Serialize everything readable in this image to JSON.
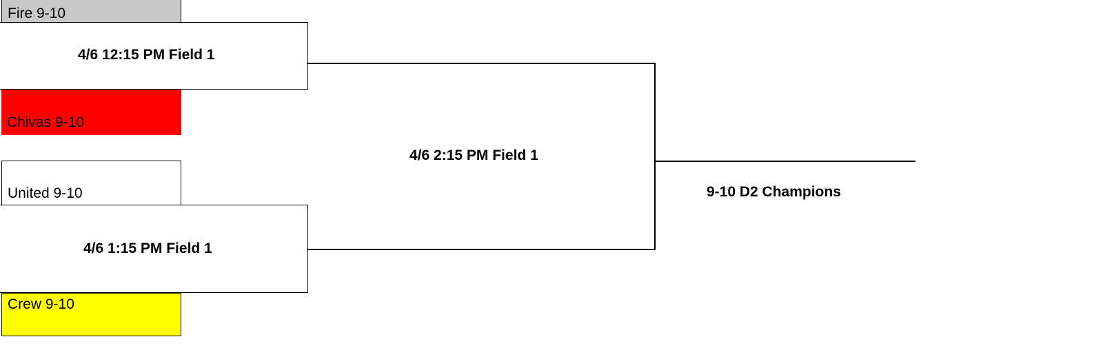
{
  "teams": [
    {
      "name": "Fire 9-10",
      "color": "#c8c8c8"
    },
    {
      "name": "Chivas 9-10",
      "color": "#ff0000"
    },
    {
      "name": "United 9-10",
      "color": "#ffffff"
    },
    {
      "name": "Crew 9-10",
      "color": "#ffff00"
    }
  ],
  "games": {
    "semi1": "4/6 12:15 PM Field 1",
    "semi2": "4/6 1:15 PM Field 1",
    "final": "4/6 2:15 PM Field 1"
  },
  "champion_label": "9-10 D2 Champions"
}
